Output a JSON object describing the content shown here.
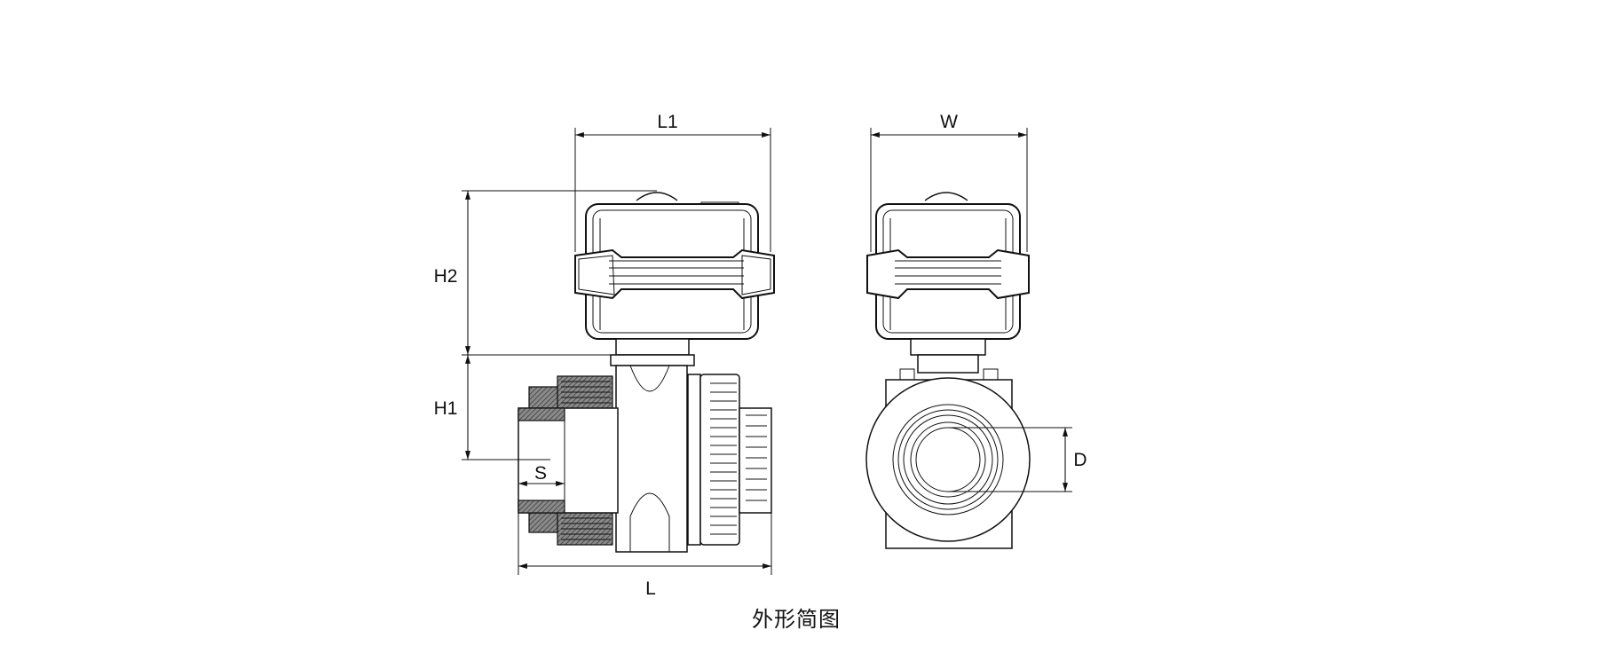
{
  "diagram": {
    "caption": "外形简图",
    "dimensions": {
      "L1": "L1",
      "W": "W",
      "H2": "H2",
      "H1": "H1",
      "S": "S",
      "D": "D",
      "L": "L"
    }
  }
}
